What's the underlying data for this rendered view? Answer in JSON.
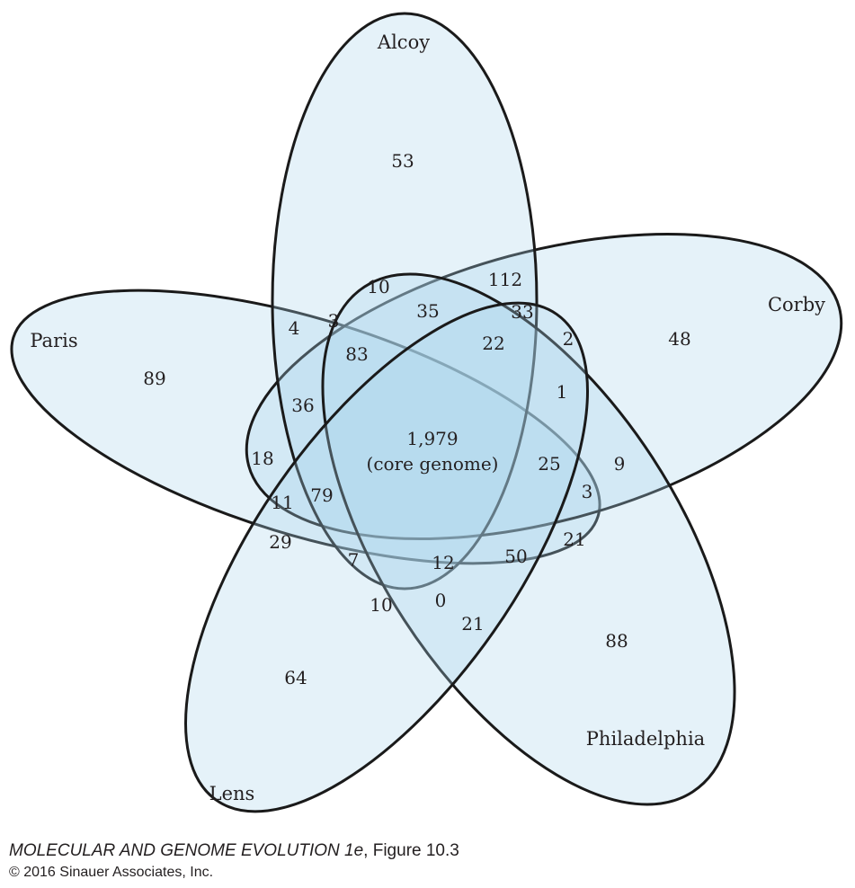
{
  "diagram": {
    "sets": [
      {
        "id": "alcoy",
        "label": "Alcoy"
      },
      {
        "id": "corby",
        "label": "Corby"
      },
      {
        "id": "paris",
        "label": "Paris"
      },
      {
        "id": "philadelphia",
        "label": "Philadelphia"
      },
      {
        "id": "lens",
        "label": "Lens"
      }
    ],
    "core": {
      "count": "1,979",
      "label": "(core genome)"
    },
    "regions": [
      {
        "id": "alcoy-only",
        "value": "53"
      },
      {
        "id": "corby-only",
        "value": "48"
      },
      {
        "id": "paris-only",
        "value": "89"
      },
      {
        "id": "philadelphia-only",
        "value": "88"
      },
      {
        "id": "lens-only",
        "value": "64"
      },
      {
        "id": "r-10-top",
        "value": "10"
      },
      {
        "id": "r-112",
        "value": "112"
      },
      {
        "id": "r-4",
        "value": "4"
      },
      {
        "id": "r-3-left",
        "value": "3"
      },
      {
        "id": "r-35",
        "value": "35"
      },
      {
        "id": "r-33",
        "value": "33"
      },
      {
        "id": "r-2",
        "value": "2"
      },
      {
        "id": "r-83",
        "value": "83"
      },
      {
        "id": "r-22",
        "value": "22"
      },
      {
        "id": "r-1",
        "value": "1"
      },
      {
        "id": "r-36",
        "value": "36"
      },
      {
        "id": "r-18",
        "value": "18"
      },
      {
        "id": "r-25",
        "value": "25"
      },
      {
        "id": "r-9",
        "value": "9"
      },
      {
        "id": "r-11",
        "value": "11"
      },
      {
        "id": "r-79",
        "value": "79"
      },
      {
        "id": "r-3-right",
        "value": "3"
      },
      {
        "id": "r-29",
        "value": "29"
      },
      {
        "id": "r-21-right",
        "value": "21"
      },
      {
        "id": "r-7",
        "value": "7"
      },
      {
        "id": "r-12",
        "value": "12"
      },
      {
        "id": "r-50",
        "value": "50"
      },
      {
        "id": "r-10-bottom",
        "value": "10"
      },
      {
        "id": "r-0",
        "value": "0"
      },
      {
        "id": "r-21-bottom",
        "value": "21"
      }
    ]
  },
  "caption": {
    "book_title": "MOLECULAR AND GENOME EVOLUTION 1e",
    "figure_ref": "Figure 10.3",
    "copyright": "© 2016 Sinauer Associates, Inc."
  }
}
